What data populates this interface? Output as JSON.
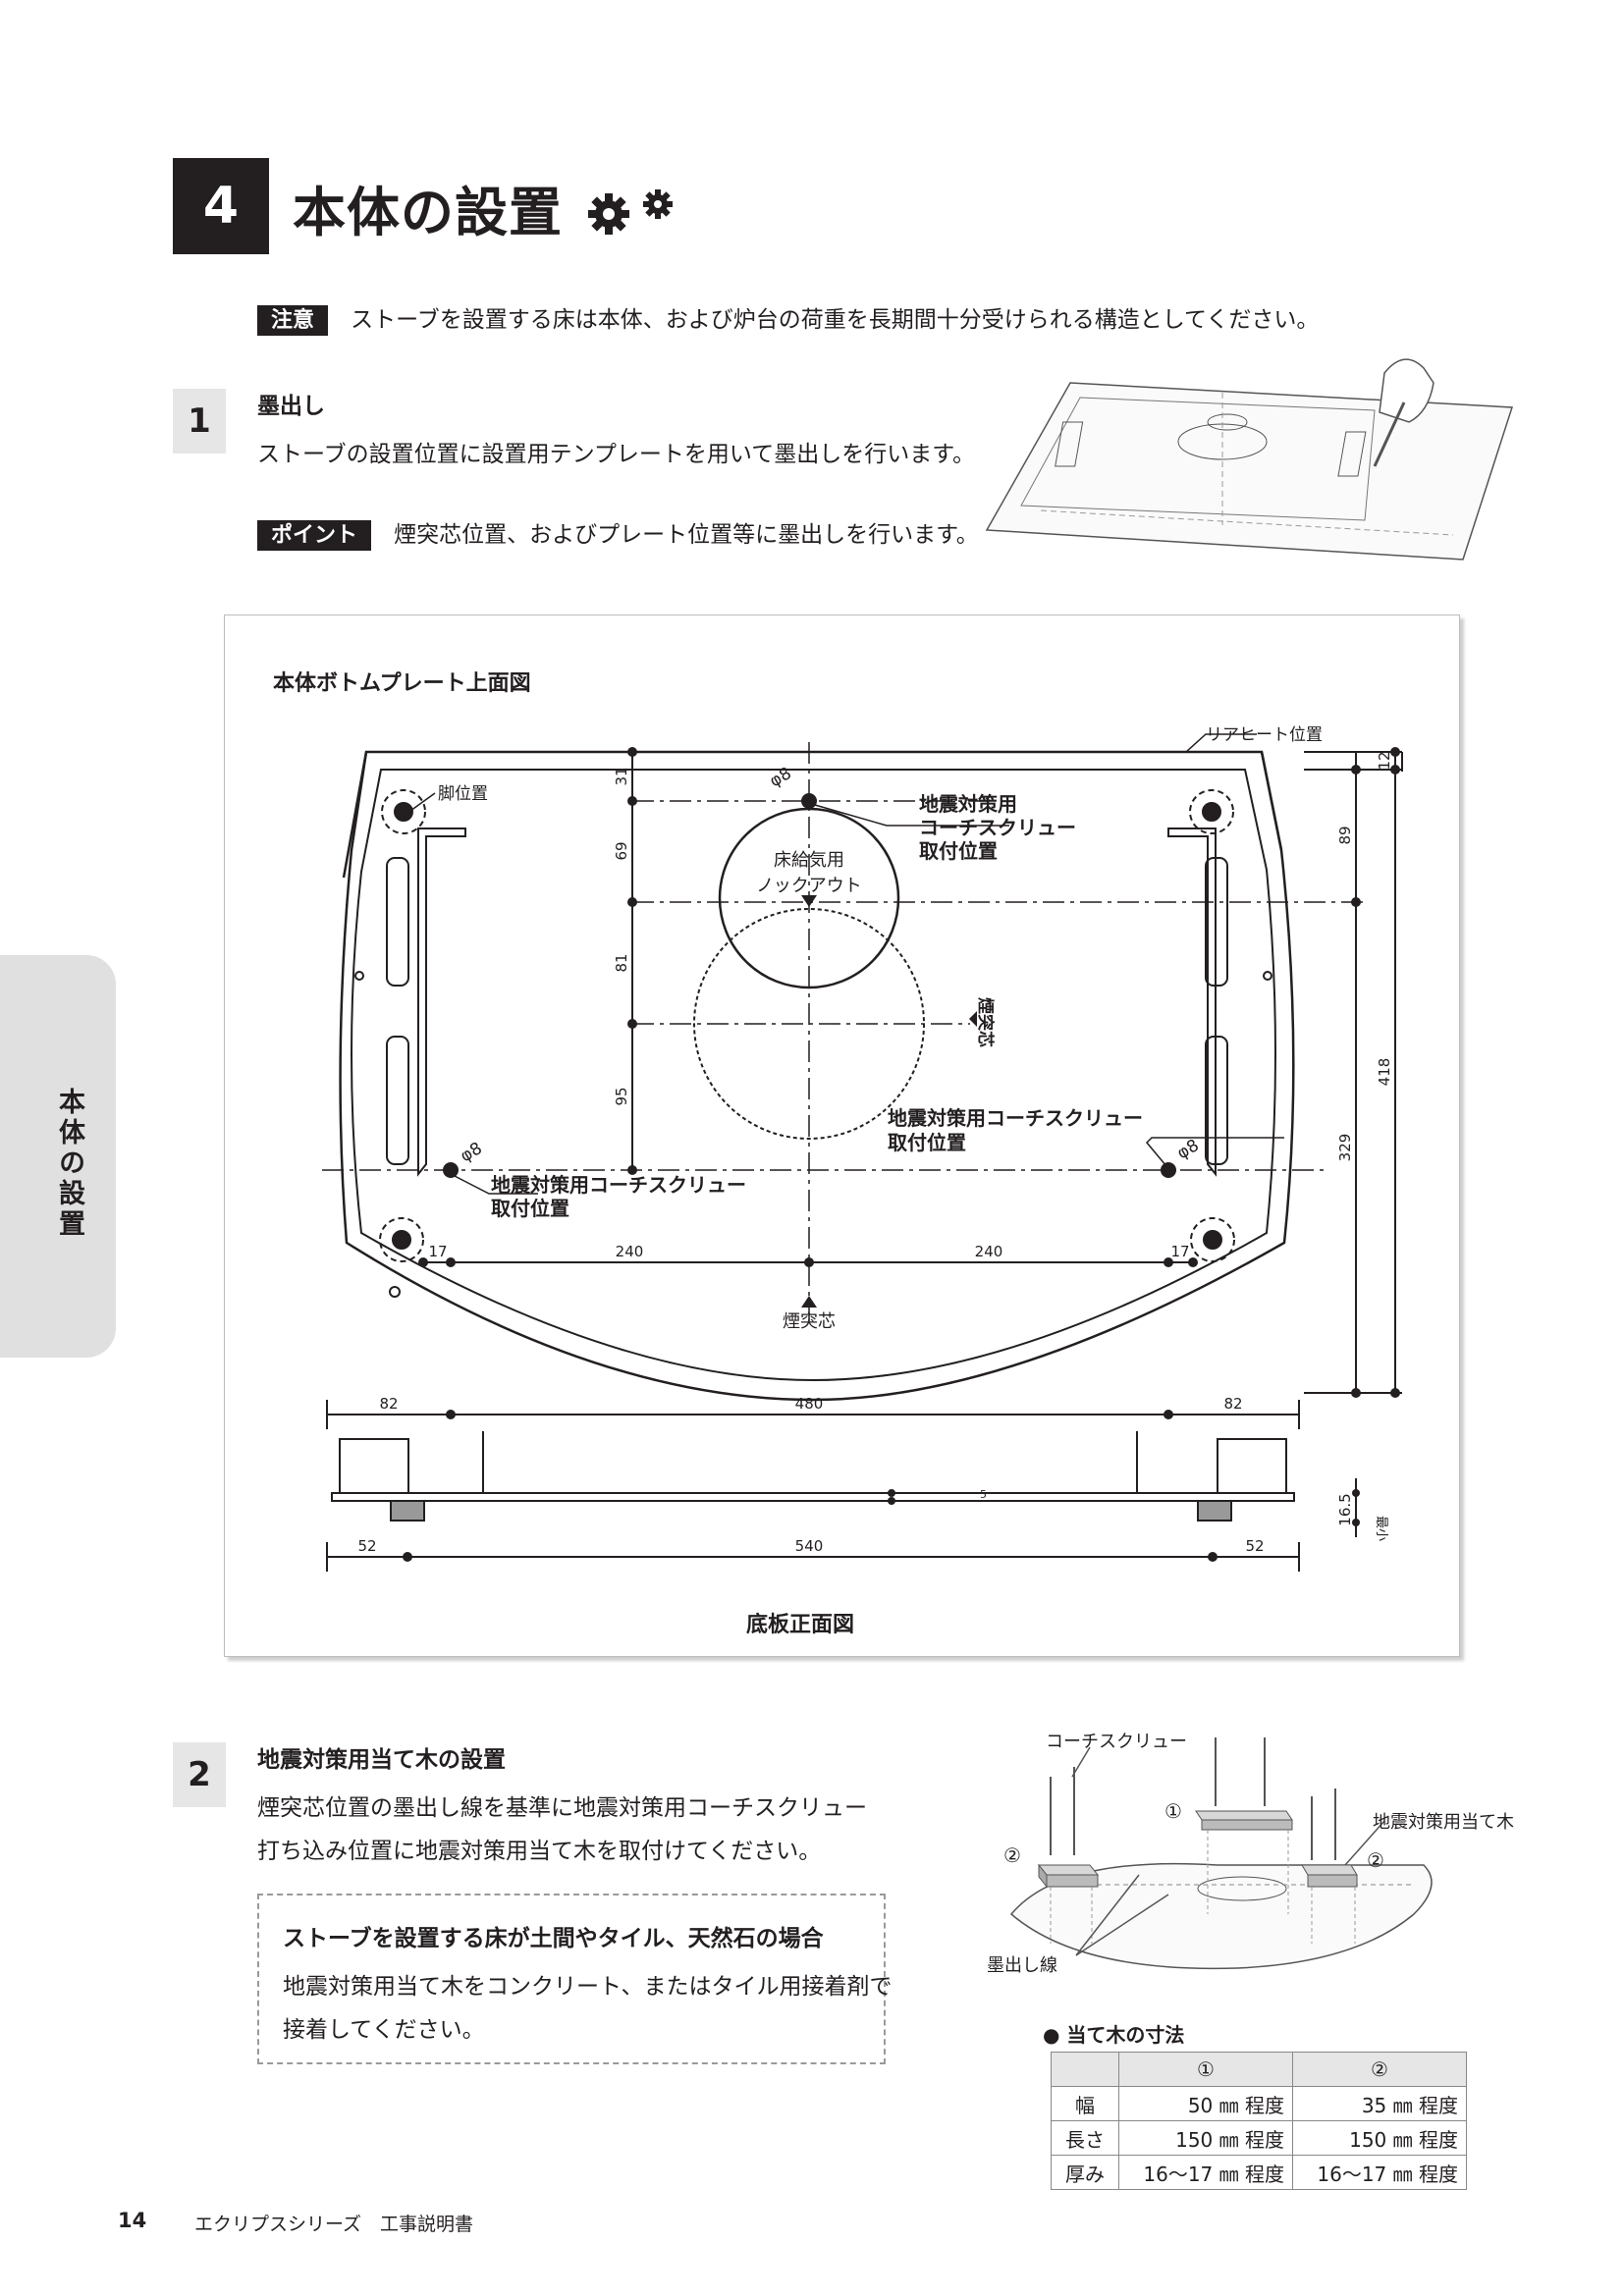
{
  "section": {
    "number": "4",
    "title": "本体の設置"
  },
  "caution": {
    "tag": "注意",
    "text": "ストーブを設置する床は本体、および炉台の荷重を長期間十分受けられる構造としてください。"
  },
  "step1": {
    "number": "1",
    "title": "墨出し",
    "text": "ストーブの設置位置に設置用テンプレートを用いて墨出しを行います。",
    "point_tag": "ポイント",
    "point_text": "煙突芯位置、およびプレート位置等に墨出しを行います。"
  },
  "side_tab": "本体の設置",
  "figure": {
    "top_title": "本体ボトムプレート上面図",
    "bottom_title": "底板正面図",
    "labels": {
      "rear_heat": "リアヒート位置",
      "leg_position": "脚位置",
      "phi8": "φ8",
      "seismic_top_1": "地震対策用",
      "seismic_top_2": "コーチスクリュー",
      "seismic_top_3": "取付位置",
      "knockout_1": "床給気用",
      "knockout_2": "ノックアウト",
      "flue_center": "煙突芯",
      "seismic_right_1": "地震対策用コーチスクリュー",
      "seismic_right_2": "取付位置",
      "seismic_left_1": "地震対策用コーチスクリュー",
      "seismic_left_2": "取付位置",
      "min": "最小"
    },
    "dims": {
      "d31": "31",
      "d69": "69",
      "d81": "81",
      "d95": "95",
      "d12": "12",
      "d89": "89",
      "d418": "418",
      "d329": "329",
      "d17a": "17",
      "d240a": "240",
      "d240b": "240",
      "d17b": "17",
      "d82a": "82",
      "d480": "480",
      "d82b": "82",
      "d52a": "52",
      "d540": "540",
      "d52b": "52",
      "d16_5": "16.5",
      "d5": "5"
    }
  },
  "step2": {
    "number": "2",
    "title": "地震対策用当て木の設置",
    "text_line1": "煙突芯位置の墨出し線を基準に地震対策用コーチスクリュー",
    "text_line2": "打ち込み位置に地震対策用当て木を取付けてください。",
    "box_title": "ストーブを設置する床が土間やタイル、天然石の場合",
    "box_line1": "地震対策用当て木をコンクリート、またはタイル用接着剤で",
    "box_line2": "接着してください。"
  },
  "illustration2": {
    "coach_screw": "コーチスクリュー",
    "wood_block": "地震対策用当て木",
    "marking_line": "墨出し線",
    "mark1": "①",
    "mark2": "②"
  },
  "wood_table": {
    "title": "● 当て木の寸法",
    "headers": [
      "",
      "①",
      "②"
    ],
    "rows": [
      {
        "label": "幅",
        "c1": "50 ㎜ 程度",
        "c2": "35 ㎜ 程度"
      },
      {
        "label": "長さ",
        "c1": "150 ㎜ 程度",
        "c2": "150 ㎜ 程度"
      },
      {
        "label": "厚み",
        "c1": "16～17 ㎜ 程度",
        "c2": "16～17 ㎜ 程度"
      }
    ]
  },
  "footer": {
    "page": "14",
    "text": "エクリプスシリーズ　工事説明書"
  }
}
